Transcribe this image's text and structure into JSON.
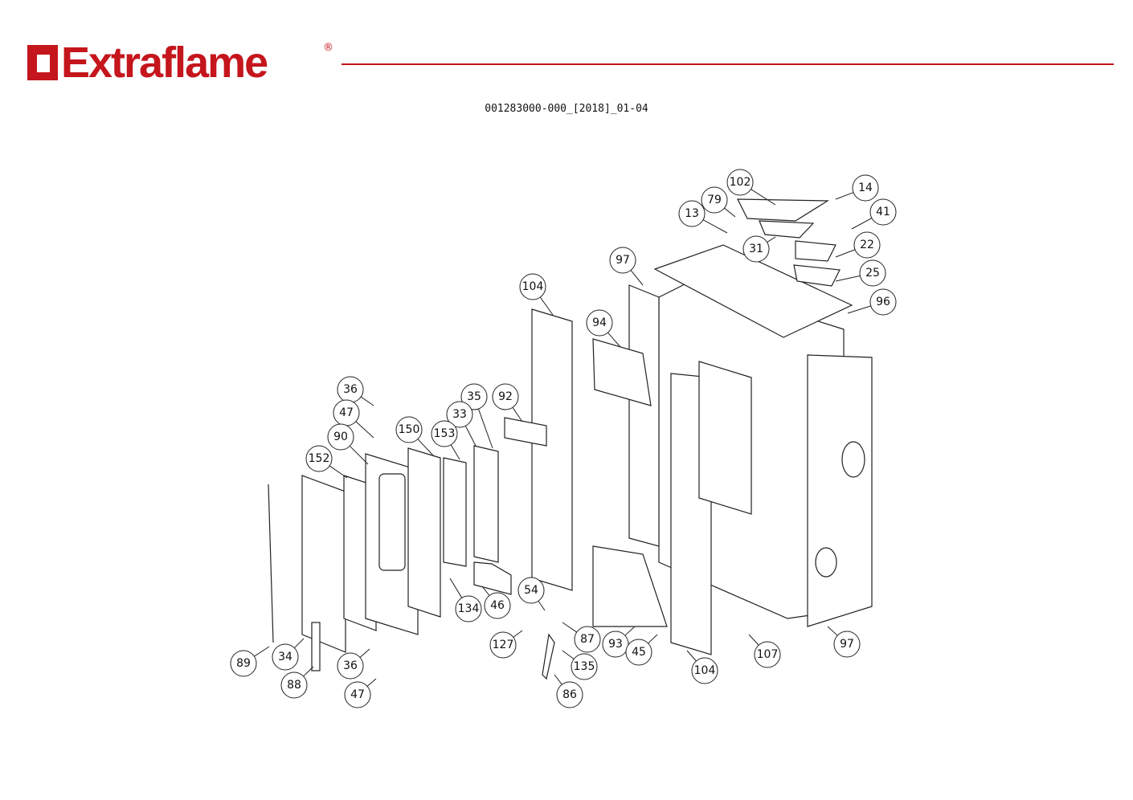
{
  "header": {
    "brand": "Extraflame",
    "registered_mark": "®",
    "document_code": "001283000-000_[2018]_01-04",
    "brand_color": "#c4161c"
  },
  "part_labels": [
    "102",
    "14",
    "79",
    "41",
    "13",
    "31",
    "22",
    "97",
    "25",
    "104",
    "96",
    "94",
    "36",
    "92",
    "35",
    "47",
    "33",
    "150",
    "153",
    "90",
    "152",
    "54",
    "134",
    "46",
    "87",
    "127",
    "93",
    "45",
    "97",
    "107",
    "89",
    "34",
    "135",
    "36",
    "104",
    "88",
    "86",
    "47"
  ]
}
